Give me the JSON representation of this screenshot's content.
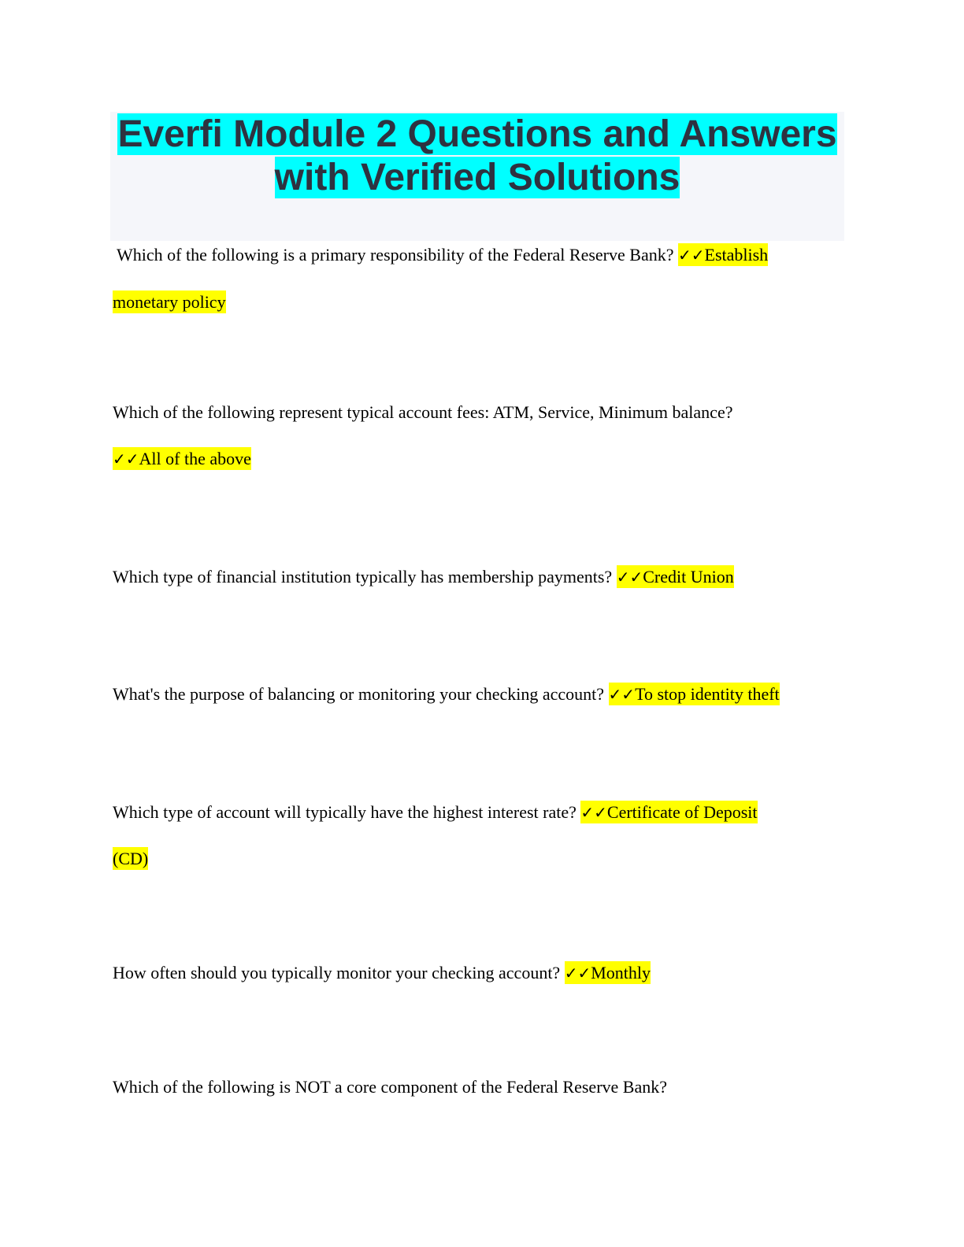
{
  "title": {
    "line1": "Everfi Module 2 Questions and Answers",
    "line2": "with Verified Solutions"
  },
  "check": "✓✓",
  "questions": [
    {
      "question": "Which of the following is a primary responsibility of the Federal Reserve Bank?",
      "answer": [
        "Establish",
        "monetary policy"
      ]
    },
    {
      "question": "Which of the following represent typical account fees: ATM, Service, Minimum balance?",
      "answer": [
        "All of the above"
      ]
    },
    {
      "question": "Which type of financial institution typically has membership payments?",
      "answer": [
        "Credit Union"
      ]
    },
    {
      "question": "What's the purpose of balancing or monitoring your checking account?",
      "answer": [
        "To stop identity theft"
      ]
    },
    {
      "question": "Which type of account will typically have the highest interest rate?",
      "answer": [
        "Certificate of Deposit",
        "(CD)"
      ]
    },
    {
      "question": "How often should you typically monitor your checking account?",
      "answer": [
        "Monthly"
      ]
    },
    {
      "question": "Which of the following is NOT a core component of the Federal Reserve Bank?"
    }
  ]
}
